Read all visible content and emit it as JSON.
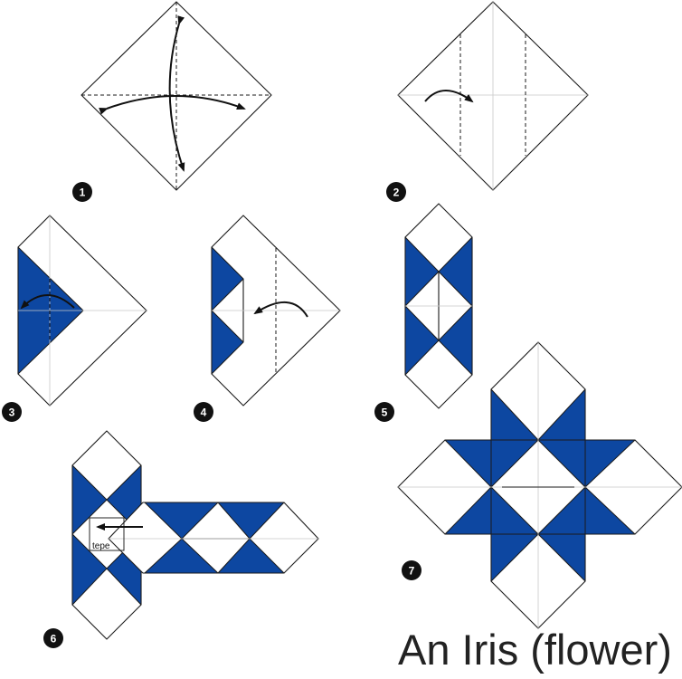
{
  "title": "An Iris (flower)",
  "colors": {
    "paper": "#ffffff",
    "blue": "#0d47a1",
    "outline": "#1a1a1a",
    "crease": "#c8c8c8"
  },
  "steps": [
    {
      "number": "1"
    },
    {
      "number": "2"
    },
    {
      "number": "3"
    },
    {
      "number": "4"
    },
    {
      "number": "5"
    },
    {
      "number": "6",
      "note": "tepe"
    },
    {
      "number": "7"
    }
  ]
}
